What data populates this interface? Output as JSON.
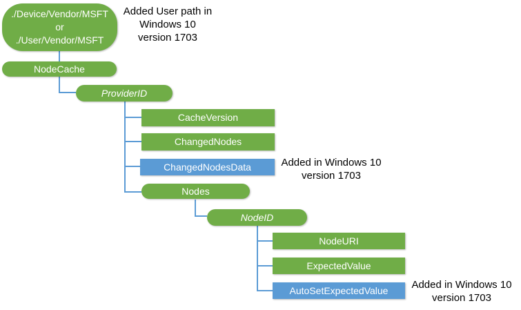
{
  "colors": {
    "shape_green": "#70AD47",
    "shape_blue": "#5B9BD5",
    "connector_blue": "#5B9BD5",
    "shape_text": "#FFFFFF",
    "annotation_text": "#000000"
  },
  "root_node": {
    "line1": "./Device/Vendor/MSFT",
    "line2": "or",
    "line3": "./User/Vendor/MSFT"
  },
  "nodes": {
    "nodecache": "NodeCache",
    "providerid": "ProviderID",
    "cacheversion": "CacheVersion",
    "changednodes": "ChangedNodes",
    "changednodesdata": "ChangedNodesData",
    "nodes": "Nodes",
    "nodeid": "NodeID",
    "nodeuri": "NodeURI",
    "expectedvalue": "ExpectedValue",
    "autosetexpectedvalue": "AutoSetExpectedValue"
  },
  "annotations": {
    "user_path_note": {
      "line1": "Added User path in",
      "line2": "Windows 10",
      "line3": "version 1703"
    },
    "changednodesdata_note": {
      "line1": "Added in Windows 10",
      "line2": "version 1703"
    },
    "autosetexpectedvalue_note": {
      "line1": "Added in Windows 10",
      "line2": "version 1703"
    }
  }
}
